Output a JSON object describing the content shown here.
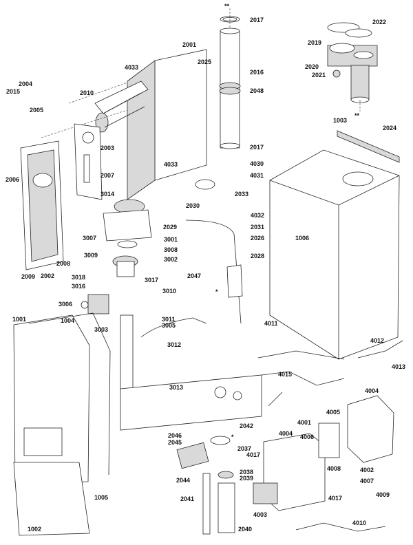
{
  "labels": [
    {
      "id": "l2001",
      "text": "2001"
    },
    {
      "id": "l4033a",
      "text": "4033"
    },
    {
      "id": "l2025",
      "text": "2025"
    },
    {
      "id": "l2017a",
      "text": "2017"
    },
    {
      "id": "l2016",
      "text": "2016"
    },
    {
      "id": "l2048",
      "text": "2048"
    },
    {
      "id": "l2017b",
      "text": "2017"
    },
    {
      "id": "l2022",
      "text": "2022"
    },
    {
      "id": "l2019",
      "text": "2019"
    },
    {
      "id": "l2020",
      "text": "2020"
    },
    {
      "id": "l2021",
      "text": "2021"
    },
    {
      "id": "l2004",
      "text": "2004"
    },
    {
      "id": "l2015",
      "text": "2015"
    },
    {
      "id": "l2005",
      "text": "2005"
    },
    {
      "id": "l2010",
      "text": "2010"
    },
    {
      "id": "l2003",
      "text": "2003"
    },
    {
      "id": "l2007",
      "text": "2007"
    },
    {
      "id": "l2006",
      "text": "2006"
    },
    {
      "id": "l2008",
      "text": "2008"
    },
    {
      "id": "l2009",
      "text": "2009"
    },
    {
      "id": "l2002",
      "text": "2002"
    },
    {
      "id": "l1003",
      "text": "1003"
    },
    {
      "id": "l2024",
      "text": "2024"
    },
    {
      "id": "l4033b",
      "text": "4033"
    },
    {
      "id": "l4030",
      "text": "4030"
    },
    {
      "id": "l4031",
      "text": "4031"
    },
    {
      "id": "l2033",
      "text": "2033"
    },
    {
      "id": "l2030",
      "text": "2030"
    },
    {
      "id": "l4032",
      "text": "4032"
    },
    {
      "id": "l2029",
      "text": "2029"
    },
    {
      "id": "l2031",
      "text": "2031"
    },
    {
      "id": "l2026",
      "text": "2026"
    },
    {
      "id": "l2028",
      "text": "2028"
    },
    {
      "id": "l1006",
      "text": "1006"
    },
    {
      "id": "l3014",
      "text": "3014"
    },
    {
      "id": "l3007",
      "text": "3007"
    },
    {
      "id": "l3001",
      "text": "3001"
    },
    {
      "id": "l3008",
      "text": "3008"
    },
    {
      "id": "l3009",
      "text": "3009"
    },
    {
      "id": "l3002",
      "text": "3002"
    },
    {
      "id": "l3018",
      "text": "3018"
    },
    {
      "id": "l3016",
      "text": "3016"
    },
    {
      "id": "l3017",
      "text": "3017"
    },
    {
      "id": "l3010",
      "text": "3010"
    },
    {
      "id": "l3006",
      "text": "3006"
    },
    {
      "id": "l2047",
      "text": "2047"
    },
    {
      "id": "l1001",
      "text": "1001"
    },
    {
      "id": "l1004a",
      "text": "1004"
    },
    {
      "id": "l3003",
      "text": "3003"
    },
    {
      "id": "l3011",
      "text": "3011"
    },
    {
      "id": "l3005",
      "text": "3005"
    },
    {
      "id": "l3012",
      "text": "3012"
    },
    {
      "id": "l3013",
      "text": "3013"
    },
    {
      "id": "l4011",
      "text": "4011"
    },
    {
      "id": "l4015",
      "text": "4015"
    },
    {
      "id": "l4012",
      "text": "4012"
    },
    {
      "id": "l4013",
      "text": "4013"
    },
    {
      "id": "l4004a",
      "text": "4004"
    },
    {
      "id": "l4005",
      "text": "4005"
    },
    {
      "id": "l4001",
      "text": "4001"
    },
    {
      "id": "l4004b",
      "text": "4004"
    },
    {
      "id": "l4006",
      "text": "4006"
    },
    {
      "id": "l4008",
      "text": "4008"
    },
    {
      "id": "l4002",
      "text": "4002"
    },
    {
      "id": "l4007",
      "text": "4007"
    },
    {
      "id": "l4017a",
      "text": "4017"
    },
    {
      "id": "l4017b",
      "text": "4017"
    },
    {
      "id": "l4003",
      "text": "4003"
    },
    {
      "id": "l4009",
      "text": "4009"
    },
    {
      "id": "l4010",
      "text": "4010"
    },
    {
      "id": "l2042",
      "text": "2042"
    },
    {
      "id": "l2046",
      "text": "2046"
    },
    {
      "id": "l2045",
      "text": "2045"
    },
    {
      "id": "l2037",
      "text": "2037"
    },
    {
      "id": "l2038",
      "text": "2038"
    },
    {
      "id": "l2039",
      "text": "2039"
    },
    {
      "id": "l2044",
      "text": "2044"
    },
    {
      "id": "l2041",
      "text": "2041"
    },
    {
      "id": "l2040",
      "text": "2040"
    },
    {
      "id": "l1005",
      "text": "1005"
    },
    {
      "id": "l1002",
      "text": "1002"
    }
  ],
  "markers": {
    "double_star": "**",
    "single_star": "*"
  }
}
